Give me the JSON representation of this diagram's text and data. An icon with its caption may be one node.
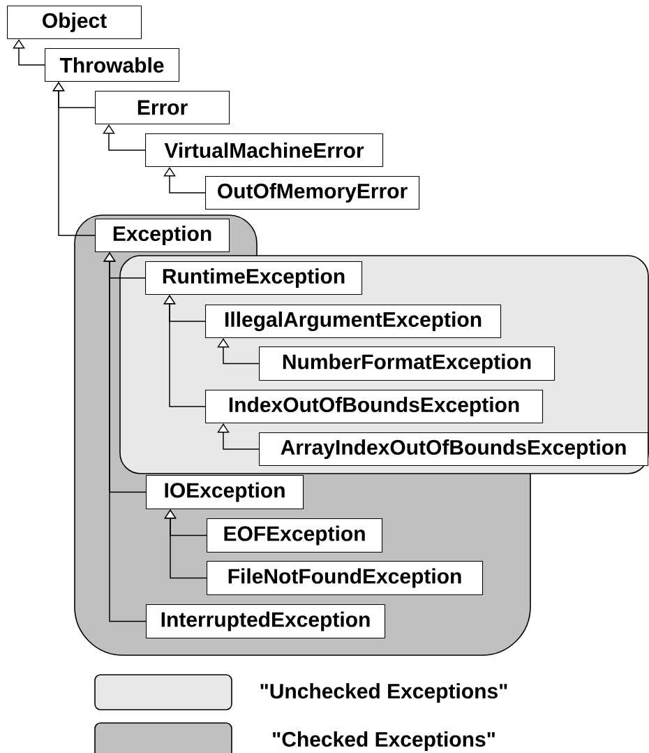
{
  "diagram": {
    "nodes": [
      {
        "text": [
          "Object"
        ]
      },
      {
        "text": [
          "Throwable"
        ]
      },
      {
        "text": [
          "Error"
        ]
      },
      {
        "text": [
          "VirtualMachineError"
        ]
      },
      {
        "text": [
          "OutOfMemoryError"
        ]
      },
      {
        "text": [
          "Exception"
        ]
      },
      {
        "text": [
          "RuntimeException"
        ]
      },
      {
        "text": [
          "IllegalArgumentException"
        ]
      },
      {
        "text": [
          "NumberFormatException"
        ]
      },
      {
        "text": [
          "IndexOutOfBoundsException"
        ]
      },
      {
        "text": [
          "ArrayIndexOutOfBoundsException"
        ]
      },
      {
        "text": [
          "IOException"
        ]
      },
      {
        "text": [
          "EOFException"
        ]
      },
      {
        "text": [
          "FileNotFoundException"
        ]
      },
      {
        "text": [
          "InterruptedException"
        ]
      }
    ],
    "edges": [
      {
        "from": 1,
        "to": 0,
        "arrow": "to"
      },
      {
        "from": 2,
        "to": 1,
        "arrow": "to"
      },
      {
        "from": 5,
        "to": 1,
        "arrow": "to"
      },
      {
        "from": 3,
        "to": 2,
        "arrow": "to"
      },
      {
        "from": 4,
        "to": 3,
        "arrow": "to"
      },
      {
        "from": 6,
        "to": 5,
        "arrow": "to"
      },
      {
        "from": 11,
        "to": 5,
        "arrow": "to"
      },
      {
        "from": 14,
        "to": 5,
        "arrow": "to"
      },
      {
        "from": 7,
        "to": 6,
        "arrow": "to"
      },
      {
        "from": 9,
        "to": 6,
        "arrow": "to"
      },
      {
        "from": 8,
        "to": 7,
        "arrow": "to"
      },
      {
        "from": 10,
        "to": 9,
        "arrow": "to"
      },
      {
        "from": 12,
        "to": 11,
        "arrow": "to"
      },
      {
        "from": 13,
        "to": 11,
        "arrow": "to"
      }
    ],
    "legend": [
      {
        "text": "\"Unchecked Exceptions\""
      },
      {
        "text": "\"Checked Exceptions\"",
        "color": "#c0c0c0"
      }
    ]
  }
}
